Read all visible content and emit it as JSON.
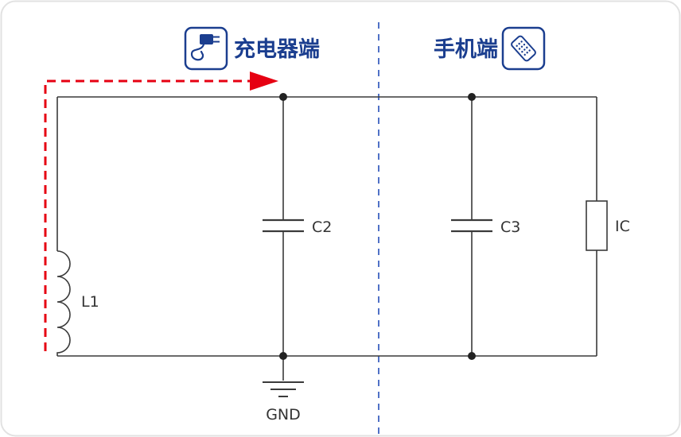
{
  "diagram": {
    "charger_section_label": "充电器端",
    "phone_section_label": "手机端",
    "inductor_label": "L1",
    "capacitor2_label": "C2",
    "capacitor3_label": "C3",
    "ic_label": "IC",
    "ground_label": "GND"
  },
  "icons": {
    "charger": "charger-icon",
    "phone": "phone-icon"
  },
  "colors": {
    "label_blue": "#1b3e8f",
    "divider_blue": "#5071c6",
    "arrow_red": "#e60012",
    "wire_dark": "#3a3a3a"
  }
}
